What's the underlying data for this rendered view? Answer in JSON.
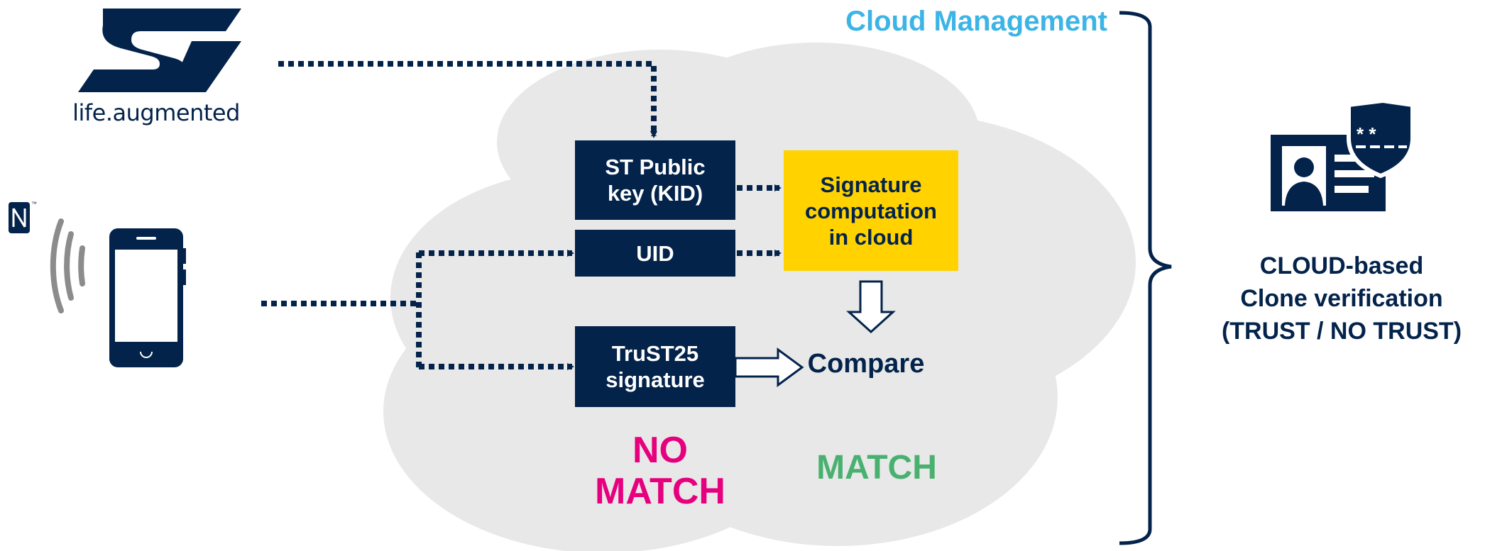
{
  "brand": {
    "logo_text": "ST",
    "tagline": "life.augmented"
  },
  "cloud": {
    "title": "Cloud Management"
  },
  "boxes": {
    "public_key": "ST Public\nkey (KID)",
    "uid": "UID",
    "signature": "TruST25\nsignature",
    "computation": "Signature\ncomputation\nin cloud"
  },
  "compare_label": "Compare",
  "outcomes": {
    "no_match": "NO\nMATCH",
    "match": "MATCH"
  },
  "result_label": "CLOUD-based\nClone verification\n(TRUST / NO TRUST)",
  "icons": {
    "nfc": "nfc-n-mark-icon",
    "phone": "smartphone-icon",
    "signal": "nfc-signal-waves-icon",
    "id_card": "id-card-icon",
    "shield": "password-shield-icon"
  },
  "colors": {
    "navy": "#03234b",
    "cloud_grey": "#e8e8e8",
    "yellow": "#ffd200",
    "title_blue": "#3cb4e6",
    "no_match_pink": "#e6007e",
    "match_green": "#49b170",
    "wave_grey": "#8c8c8c"
  }
}
